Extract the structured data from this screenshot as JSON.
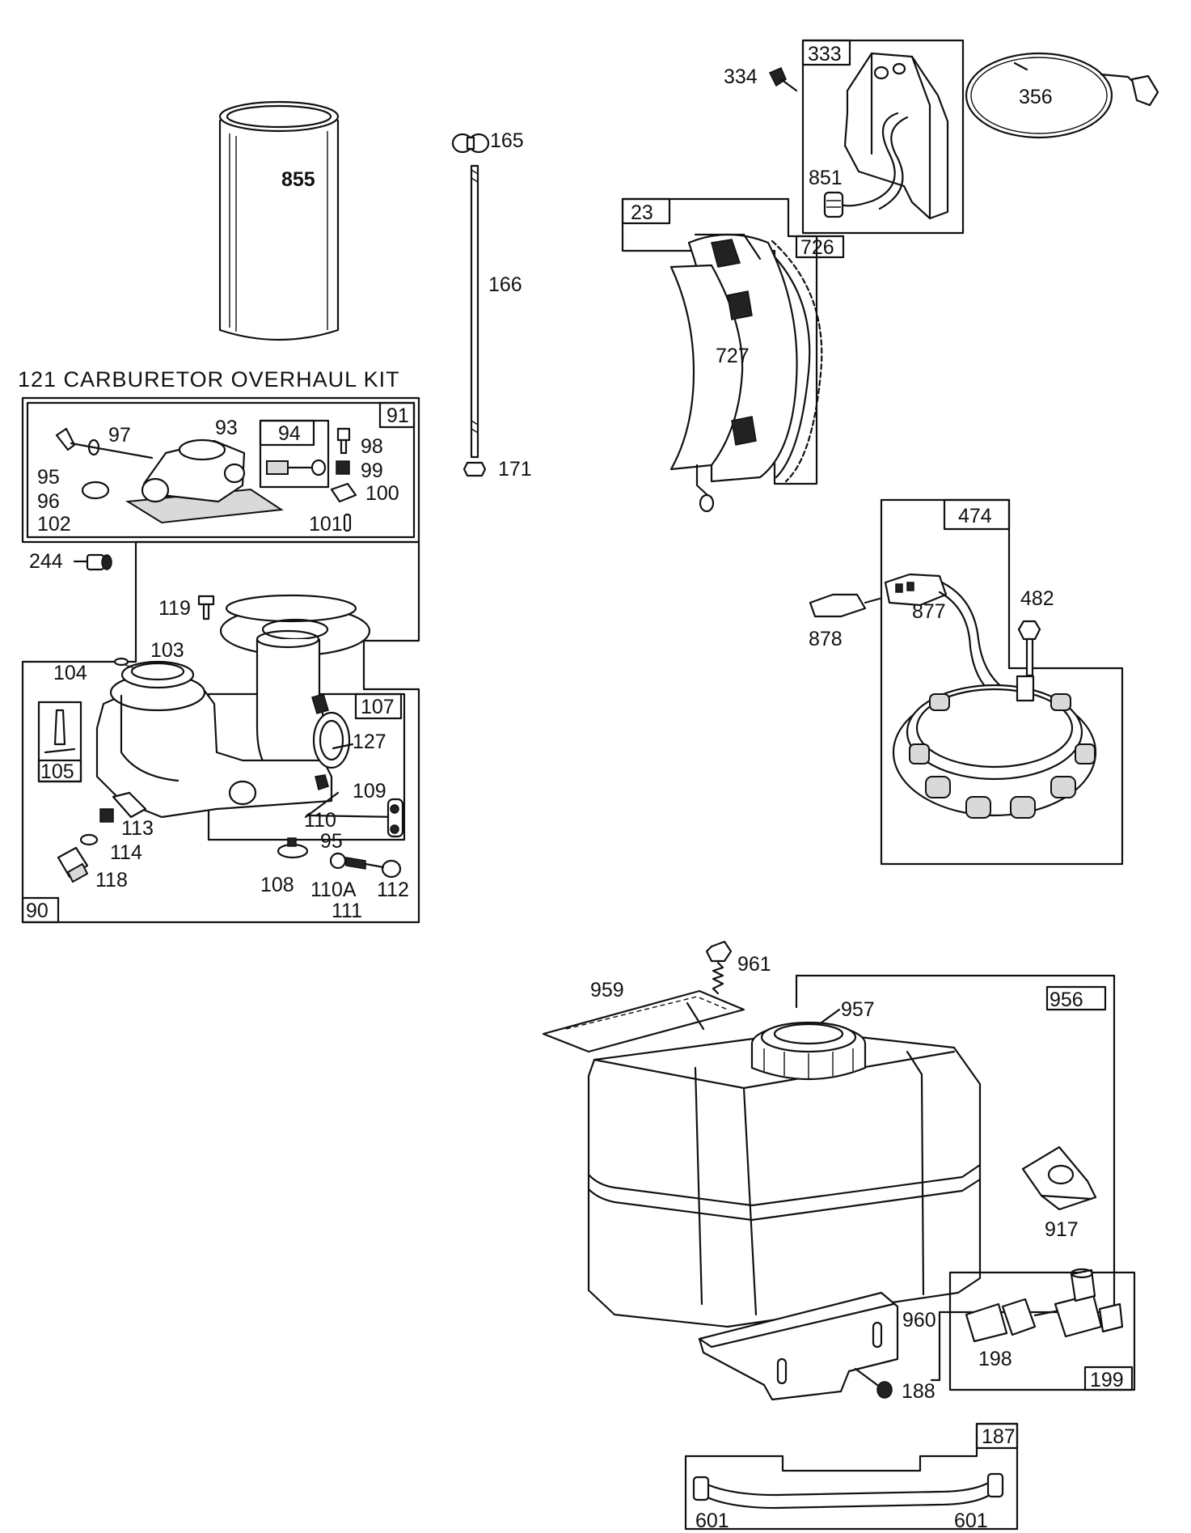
{
  "kit_title": "121 CARBURETOR OVERHAUL KIT",
  "labels": {
    "p855": "855",
    "p165": "165",
    "p166": "166",
    "p171": "171",
    "p334": "334",
    "p333": "333",
    "p356": "356",
    "p851": "851",
    "p23": "23",
    "p726": "726",
    "p727": "727",
    "p474": "474",
    "p482": "482",
    "p877": "877",
    "p878": "878",
    "p91": "91",
    "p97": "97",
    "p93": "93",
    "p94": "94",
    "p98": "98",
    "p99": "99",
    "p100": "100",
    "p101": "101",
    "p95a": "95",
    "p96": "96",
    "p102": "102",
    "p244": "244",
    "p119": "119",
    "p103": "103",
    "p104": "104",
    "p105": "105",
    "p107": "107",
    "p127": "127",
    "p109": "109",
    "p110": "110",
    "p95b": "95",
    "p113": "113",
    "p114": "114",
    "p118": "118",
    "p108": "108",
    "p110a": "110A",
    "p111": "111",
    "p112": "112",
    "p90": "90",
    "p961": "961",
    "p959": "959",
    "p957": "957",
    "p956": "956",
    "p917": "917",
    "p960": "960",
    "p198": "198",
    "p199": "199",
    "p188": "188",
    "p187": "187",
    "p601a": "601",
    "p601b": "601"
  }
}
